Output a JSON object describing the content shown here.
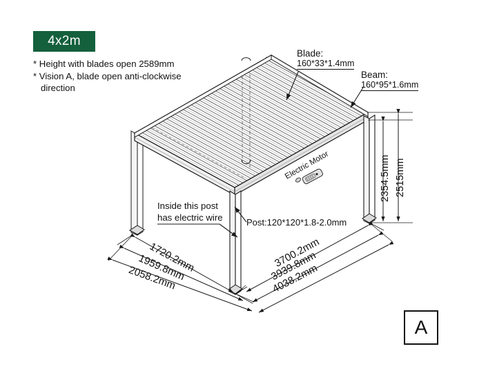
{
  "sheet": {
    "title_badge": "4x2m",
    "view_tag": "A"
  },
  "notes": [
    "* Height with blades open 2589mm",
    "* Vision A, blade open anti-clockwise",
    "direction"
  ],
  "callouts": {
    "blade": {
      "title": "Blade:",
      "spec": "160*33*1.4mm"
    },
    "beam": {
      "title": "Beam:",
      "spec": "160*95*1.6mm"
    },
    "post": {
      "title": "Post:120*120*1.8-2.0mm"
    },
    "electric_wire": {
      "line1": "Inside this post",
      "line2": "has electric wire"
    },
    "electric_motor": {
      "label": "Electric Motor"
    }
  },
  "dimensions": {
    "vertical": [
      {
        "value": "2354.5mm"
      },
      {
        "value": "2515mm"
      }
    ],
    "left_depth": [
      {
        "value": "1720.2mm"
      },
      {
        "value": "1959.8mm"
      },
      {
        "value": "2058.2mm"
      }
    ],
    "right_width": [
      {
        "value": "3700.2mm"
      },
      {
        "value": "3939.8mm"
      },
      {
        "value": "4038.2mm"
      }
    ]
  },
  "colors": {
    "badge_bg": "#14603c",
    "line": "#1a1a1a",
    "fill": "#ffffff",
    "shade": "#e9e9e9"
  }
}
